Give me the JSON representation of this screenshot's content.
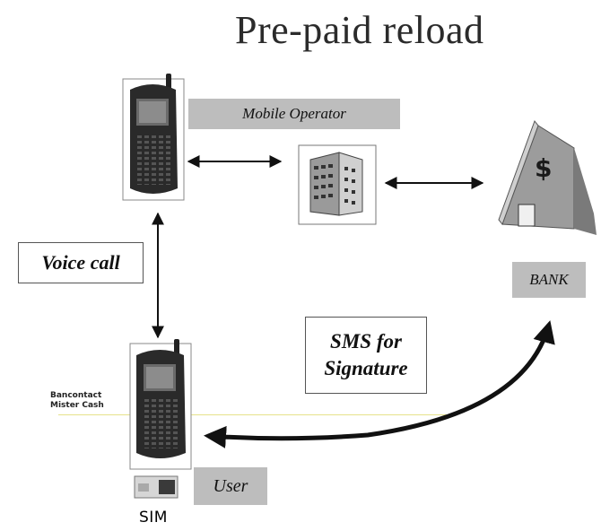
{
  "title": "Pre-paid reload",
  "mobile_operator_label": "Mobile Operator",
  "voice_call_label": "Voice call",
  "bank_label": "BANK",
  "sms_label_line1": "SMS for",
  "sms_label_line2": "Signature",
  "user_label": "User",
  "sim_label": "SIM",
  "logo_line1": "Bancontact",
  "logo_line2": "Mister Cash",
  "bank_symbol": "$"
}
